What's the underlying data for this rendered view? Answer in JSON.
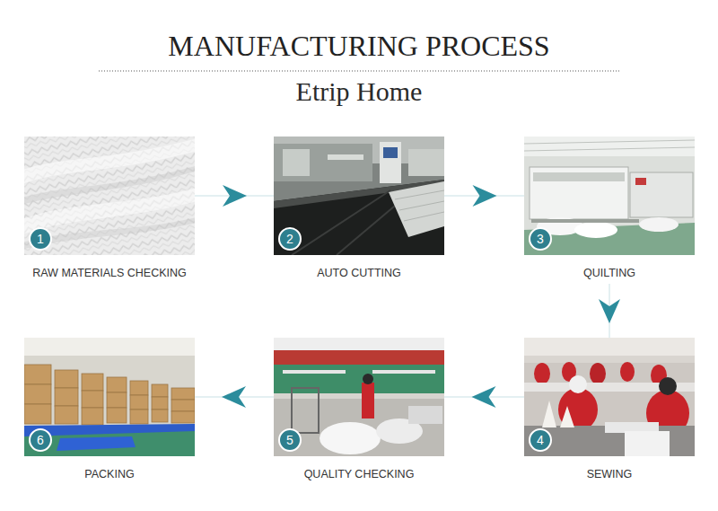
{
  "diagram": {
    "title": "MANUFACTURING PROCESS",
    "nodes": [
      {
        "text": [
          "RAW MATERIALS CHECKING"
        ]
      },
      {
        "text": [
          "1"
        ],
        "in": 0
      },
      {
        "text": [
          "AUTO CUTTING"
        ]
      },
      {
        "text": [
          "2"
        ],
        "in": 2
      },
      {
        "text": [
          "QUILTING"
        ]
      },
      {
        "text": [
          "3"
        ],
        "in": 4
      },
      {
        "text": [
          "SEWING"
        ]
      },
      {
        "text": [
          "4"
        ],
        "in": 6
      },
      {
        "text": [
          "QUALITY CHECKING"
        ]
      },
      {
        "text": [
          "5"
        ],
        "in": 8
      },
      {
        "text": [
          "PACKING"
        ]
      },
      {
        "text": [
          "6"
        ],
        "in": 10
      }
    ],
    "edges": [
      {
        "from": 0,
        "to": 2,
        "arrow": "to"
      },
      {
        "from": 2,
        "to": 4,
        "arrow": "to"
      },
      {
        "from": 4,
        "to": 6,
        "arrow": "to"
      },
      {
        "from": 6,
        "to": 8,
        "arrow": "to"
      },
      {
        "from": 8,
        "to": 10,
        "arrow": "to"
      }
    ],
    "labels": [
      "Etrip Home"
    ]
  }
}
